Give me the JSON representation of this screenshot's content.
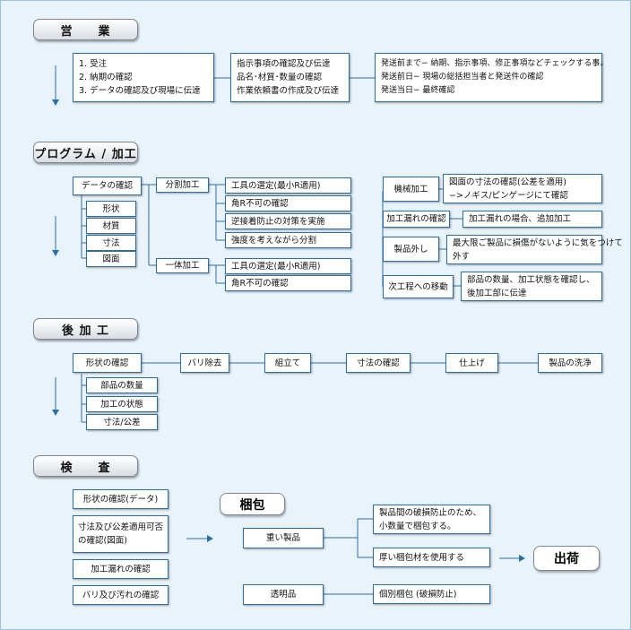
{
  "sections": {
    "sales": "営　　業",
    "program": "プログラム / 加工",
    "post": "後 加 工",
    "inspect": "検　　査"
  },
  "sales": {
    "col1": [
      "1. 受注",
      "2. 納期の確認",
      "3. データの確認及び現場に伝達"
    ],
    "col2": [
      "指示事項の確認及び伝達",
      "品名･材質･数量の確認",
      "作業依頼書の作成及び伝達"
    ],
    "col3": [
      "発送前まで− 納期、指示事項、修正事項などチェックする事。",
      "発送前日− 現場の総括担当者と発送件の確認",
      "発送当日− 最終確認"
    ]
  },
  "program": {
    "data_check": "データの確認",
    "data_items": [
      "形状",
      "材質",
      "寸法",
      "図面"
    ],
    "split": "分割加工",
    "split_items": [
      "工具の選定(最小R適用)",
      "角R不可の確認",
      "逆接着防止の対策を実施",
      "強度を考えながら分割"
    ],
    "single": "一体加工",
    "single_items": [
      "工具の選定(最小R適用)",
      "角R不可の確認"
    ],
    "machine": "機械加工",
    "machine_note": [
      "図面の寸法の確認(公差を適用)",
      "−>ノギス/ピンゲージにて確認"
    ],
    "leak": "加工漏れの確認",
    "leak_note": "加工漏れの場合、追加加工",
    "remove": "製品外し",
    "remove_note": [
      "最大限ご製品に損傷がないように気をつけて",
      "外す"
    ],
    "next": "次工程への移動",
    "next_note": [
      "部品の数量、加工状態を確認し、",
      "後加工部に伝達"
    ]
  },
  "post": {
    "steps": [
      "形状の確認",
      "バリ除去",
      "組立て",
      "寸法の確認",
      "仕上げ",
      "製品の洗浄"
    ],
    "sub": [
      "部品の数量",
      "加工の状態",
      "寸法/公差"
    ]
  },
  "inspect": {
    "checks": [
      "形状の確認(データ)",
      "寸法及び公差適用可否の確認(図面)",
      "加工漏れの確認",
      "バリ及び汚れの確認"
    ],
    "pack": "梱包",
    "heavy": "重い製品",
    "heavy_notes": [
      [
        "製品間の破損防止のため、",
        "小数量で梱包する。"
      ],
      [
        "厚い梱包材を使用する"
      ]
    ],
    "clear": "透明品",
    "clear_note": "個別梱包 (破損防止)",
    "ship": "出荷"
  }
}
